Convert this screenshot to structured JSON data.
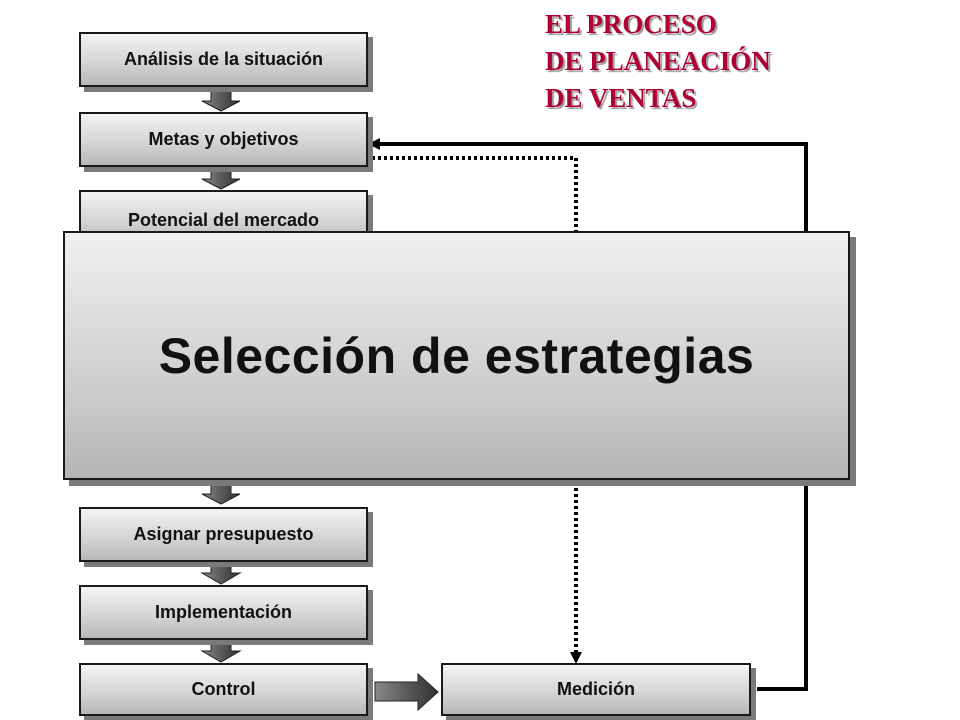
{
  "title": {
    "line1": "EL PROCESO",
    "line2": "DE PLANEACIÓN",
    "line3": "DE VENTAS"
  },
  "steps": {
    "situation_analysis": "Análisis de la situación",
    "goals_objectives": "Metas y objetivos",
    "market_potential": "Potencial del mercado",
    "strategy_selection": "Selección de estrategias",
    "assign_budget": "Asignar presupuesto",
    "implementation": "Implementación",
    "control": "Control",
    "measurement": "Medición"
  },
  "colors": {
    "title": "#b00033",
    "box_border": "#1a1a1a",
    "arrow_fill": "#555555"
  }
}
